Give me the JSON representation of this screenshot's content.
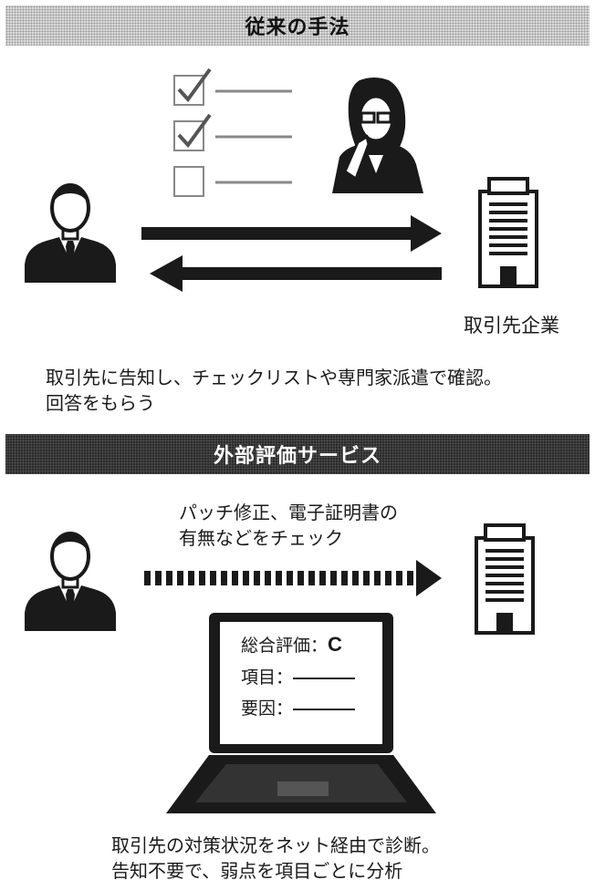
{
  "sections": {
    "traditional": {
      "title": "従来の手法",
      "company_label": "取引先企業",
      "caption_line1": "取引先に告知し、チェックリストや専門家派遣で確認。",
      "caption_line2": "回答をもらう"
    },
    "external": {
      "title": "外部評価サービス",
      "note_line1": "パッチ修正、電子証明書の",
      "note_line2": "有無などをチェック",
      "screen": {
        "rating_label": "総合評価：",
        "rating_value": "C",
        "item_label": "項目：",
        "factor_label": "要因："
      },
      "caption_line1": "取引先の対策状況をネット経由で診断。",
      "caption_line2": "告知不要で、弱点を項目ごとに分析"
    }
  },
  "icons": [
    "person-icon",
    "building-icon",
    "checklist-icon",
    "expert-woman-icon",
    "laptop-icon",
    "arrow-right-icon",
    "arrow-left-icon",
    "dotted-arrow-icon"
  ]
}
